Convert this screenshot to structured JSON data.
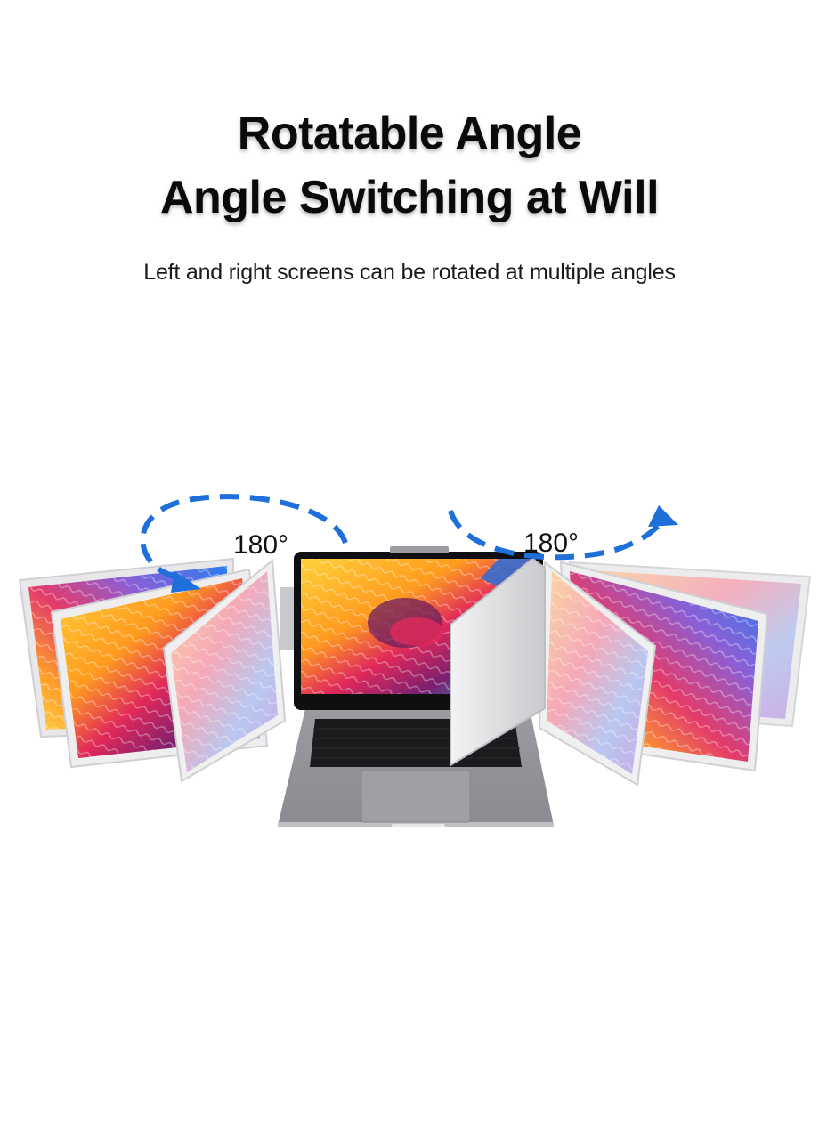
{
  "headline": {
    "line1": "Rotatable Angle",
    "line2": "Angle Switching at Will"
  },
  "subtitle": "Left and right screens can be rotated at multiple angles",
  "illustration": {
    "left_rotation_label": "180°",
    "right_rotation_label": "180°",
    "arrow_color": "#1e6fd9",
    "description": "Laptop with two attached side screens shown rotating through multiple angles"
  }
}
